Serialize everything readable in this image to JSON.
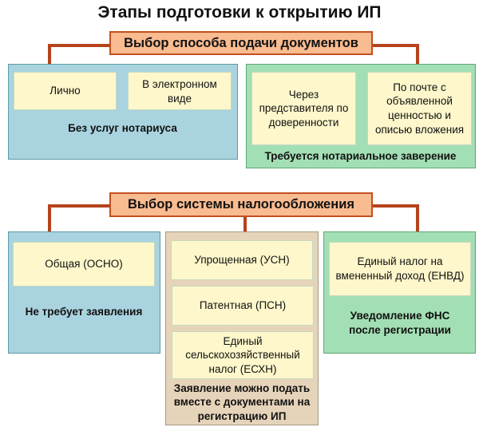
{
  "title": "Этапы подготовки к открытию ИП",
  "section1": {
    "header": "Выбор способа подачи документов",
    "groups": [
      {
        "label": "Без услуг нотариуса",
        "items": [
          "Лично",
          "В электронном виде"
        ]
      },
      {
        "label": "Требуется нотариальное заверение",
        "items": [
          "Через представителя по доверенности",
          "По почте с объявленной ценностью и описью вложения"
        ]
      }
    ]
  },
  "section2": {
    "header": "Выбор системы налогообложения",
    "groups": [
      {
        "label": "Не требует заявления",
        "items": [
          "Общая (ОСНО)"
        ]
      },
      {
        "label": "Заявление можно подать вместе с документами на регистрацию ИП",
        "items": [
          "Упрощенная  (УСН)",
          "Патентная (ПСН)",
          "Единый сельскохозяйственный налог (ЕСХН)"
        ]
      },
      {
        "label": "Уведомление ФНС после регистрации",
        "items": [
          "Единый налог на вмененный доход (ЕНВД)"
        ]
      }
    ]
  },
  "colors": {
    "header": "#f9bb90",
    "connector": "#b5431c",
    "blue": "#a9d3df",
    "green": "#a3dfb4",
    "tan": "#e6d4ba",
    "item": "#fdf7cb"
  }
}
